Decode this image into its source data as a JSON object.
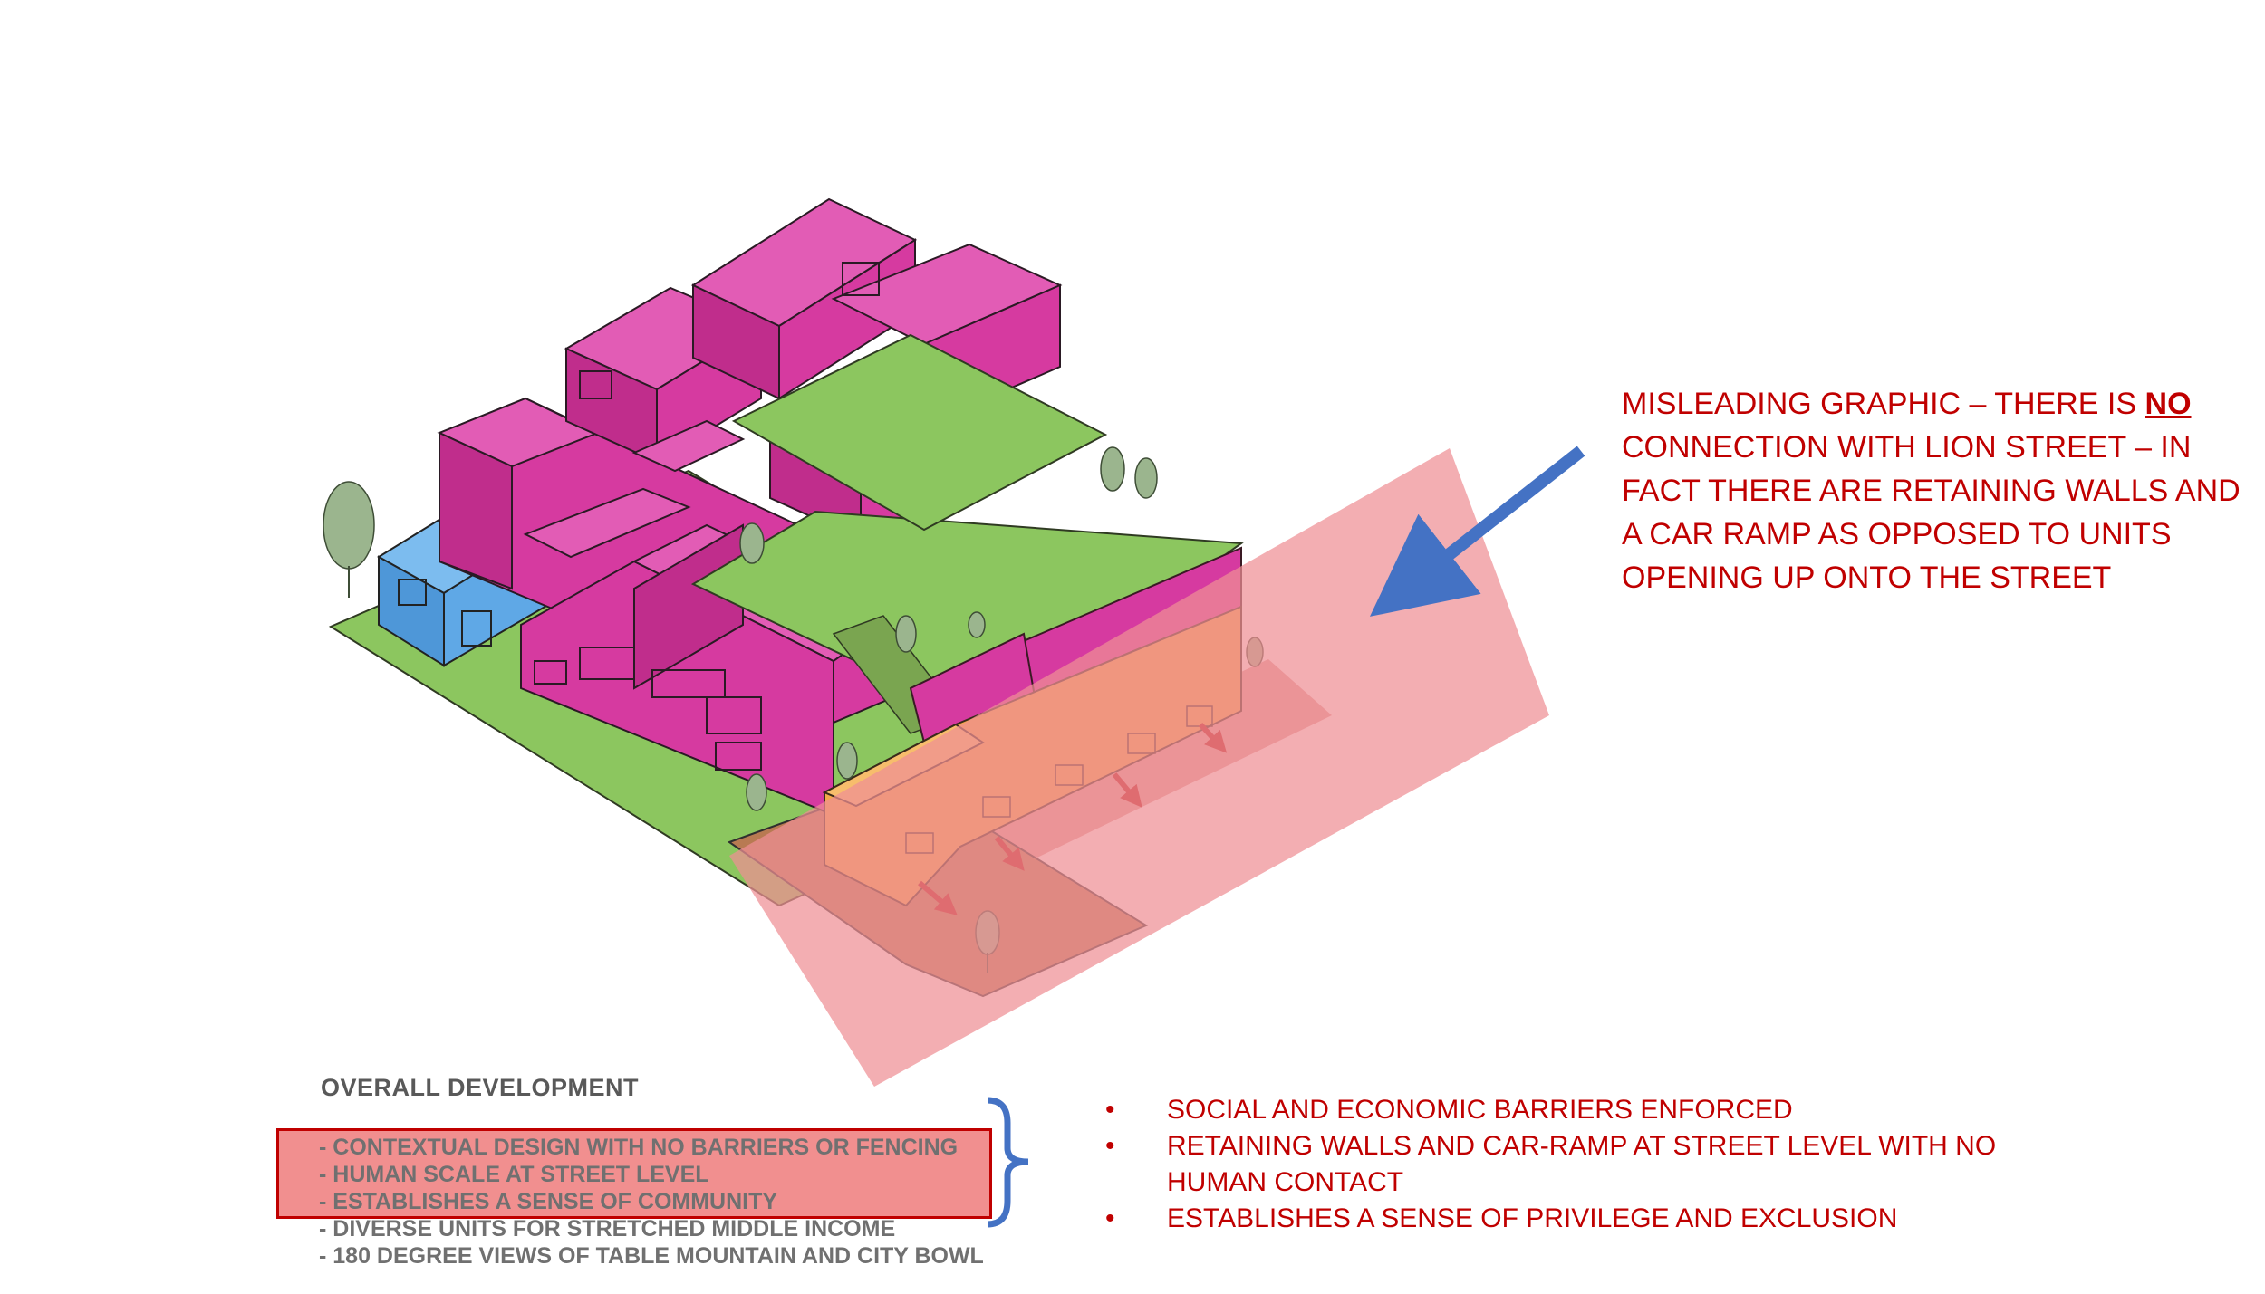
{
  "annotation": {
    "line1_prefix": "MISLEADING GRAPHIC – THERE IS ",
    "line1_highlight": "NO",
    "rest": "CONNECTION WITH LION STREET – IN FACT THERE ARE RETAINING WALLS AND A CAR RAMP AS OPPOSED TO UNITS OPENING UP ONTO THE STREET"
  },
  "development": {
    "heading": "OVERALL DEVELOPMENT",
    "items": [
      "- CONTEXTUAL DESIGN WITH NO BARRIERS OR FENCING",
      "- HUMAN SCALE AT STREET LEVEL",
      "- ESTABLISHES A SENSE OF COMMUNITY",
      "- DIVERSE UNITS FOR STRETCHED MIDDLE INCOME",
      "- 180 DEGREE VIEWS OF TABLE MOUNTAIN AND CITY BOWL"
    ]
  },
  "consequences": [
    "SOCIAL AND ECONOMIC BARRIERS ENFORCED",
    "RETAINING WALLS AND CAR-RAMP AT STREET LEVEL WITH NO HUMAN CONTACT",
    "ESTABLISHES A SENSE OF PRIVILEGE AND EXCLUSION"
  ],
  "colors": {
    "residential_blocks": "#d63aa0",
    "landscape": "#8cc65f",
    "street_units": "#f4a94a",
    "annex_block": "#5fa8e6",
    "overlay": "#ef8f94",
    "annotation_text": "#c00000",
    "arrow": "#4472c4"
  }
}
